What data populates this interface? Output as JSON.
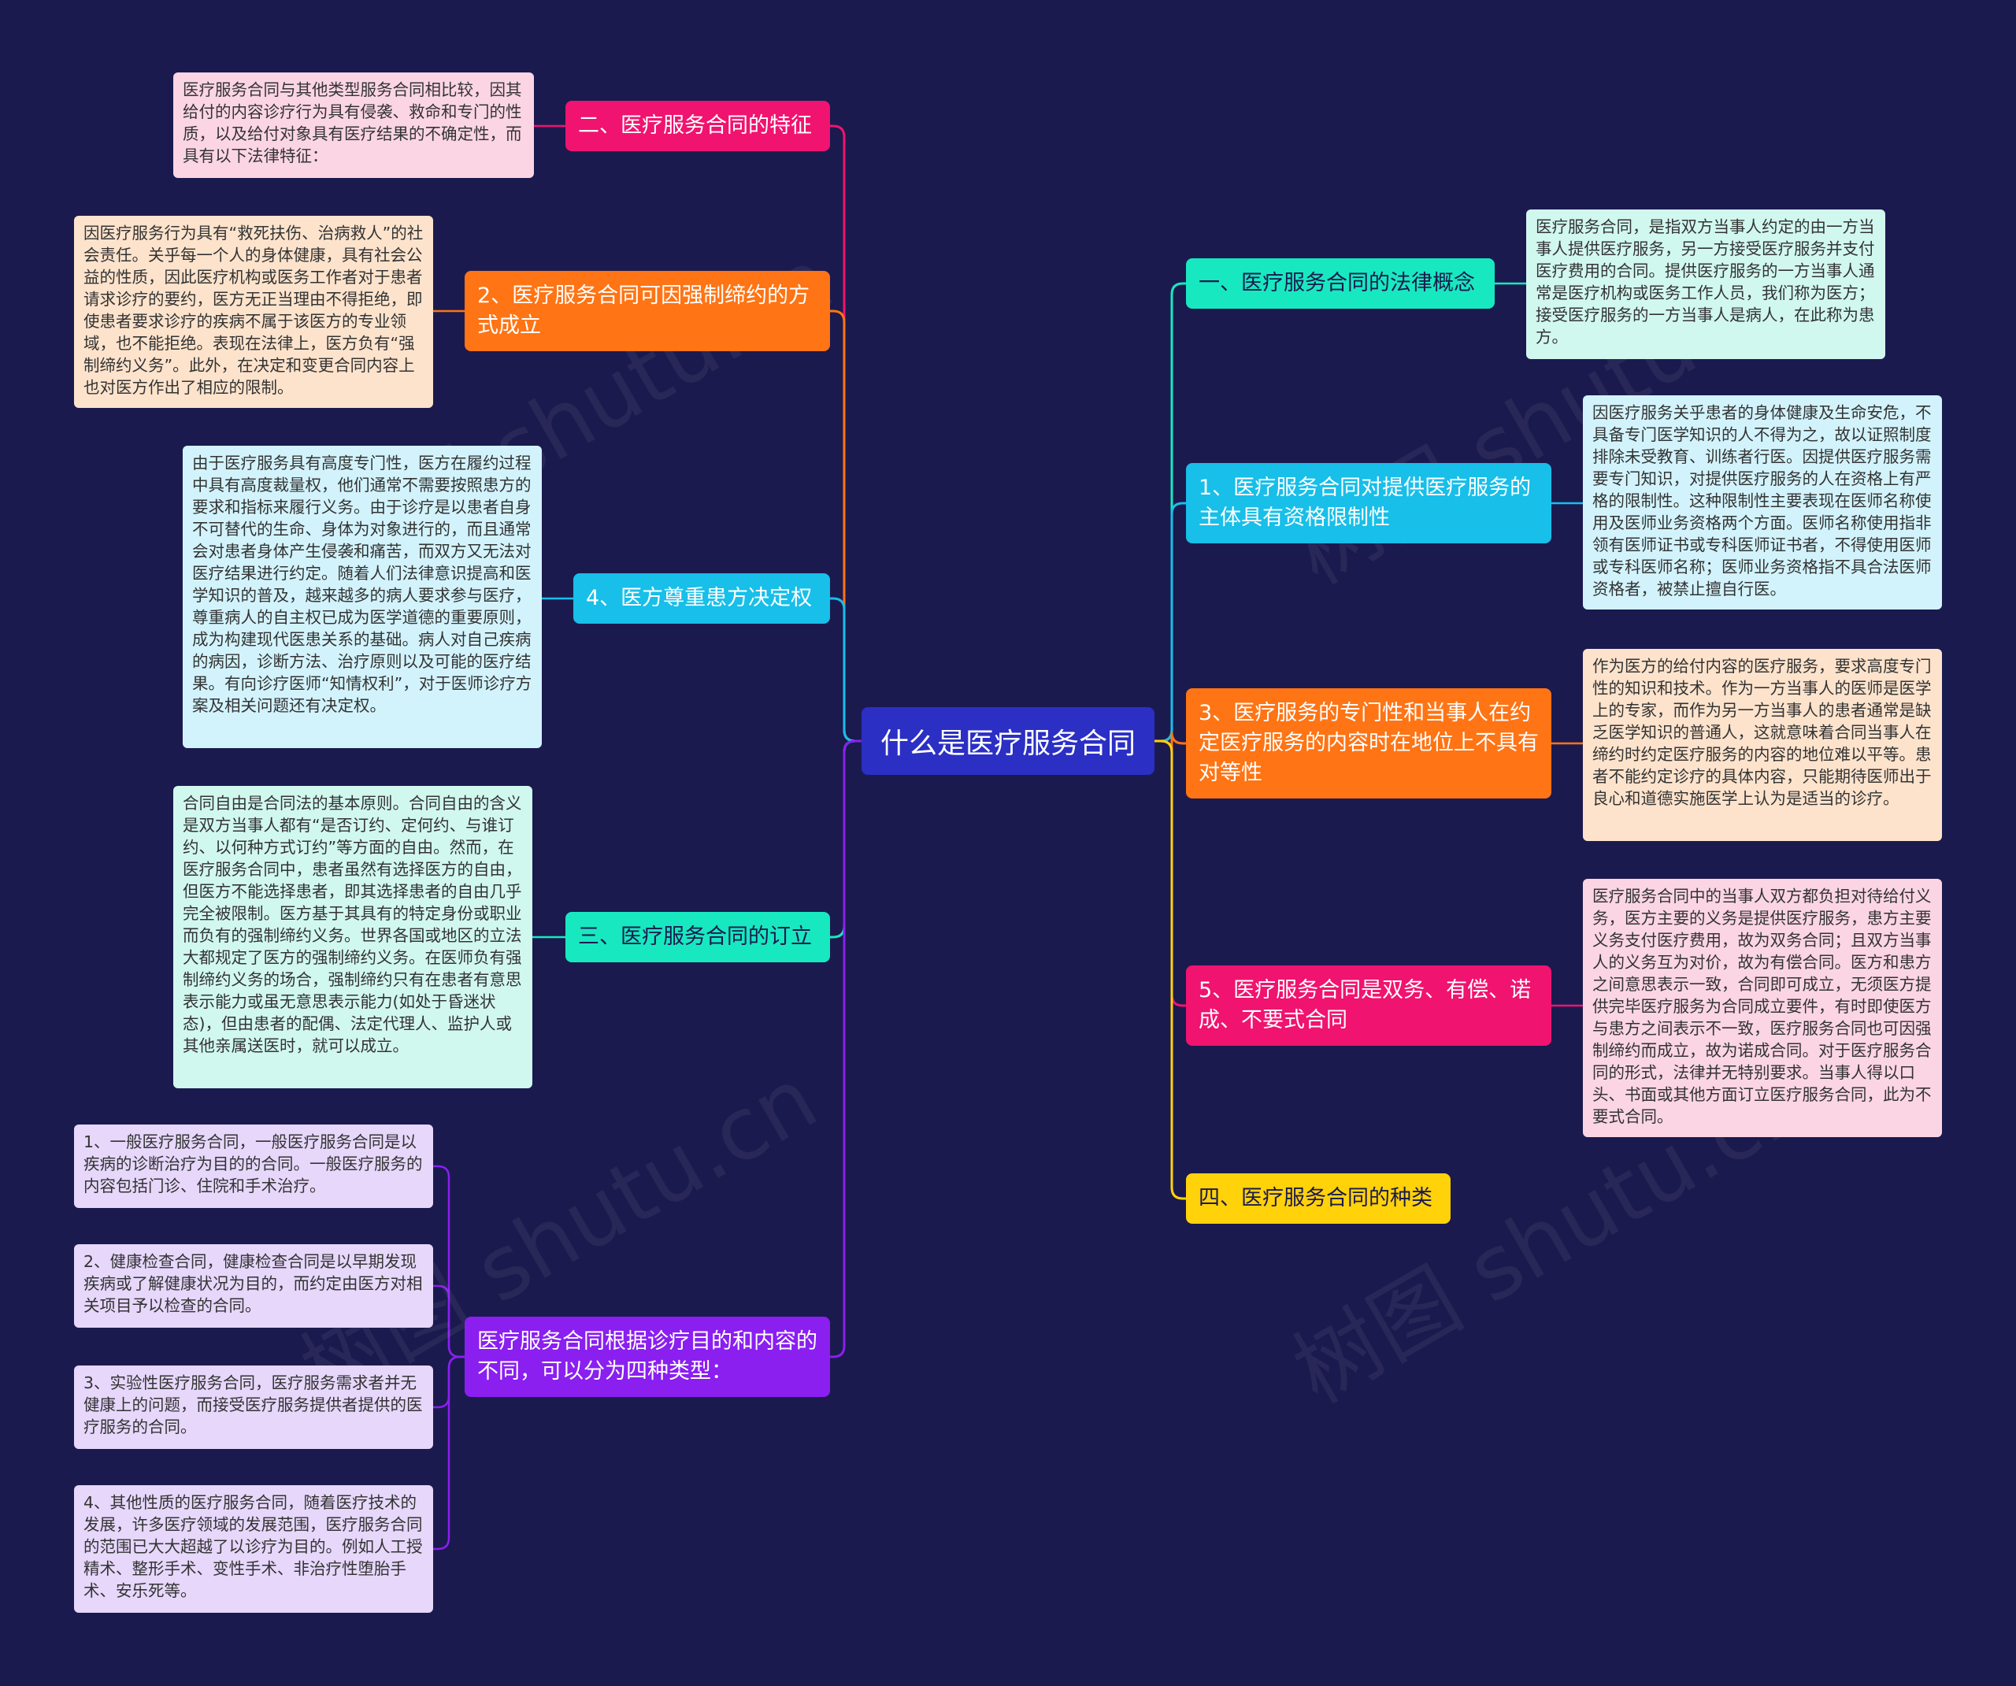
{
  "colors": {
    "background": "#1b1a4e",
    "root": "#2b2fc4",
    "pink": "#f0136f",
    "orange": "#ff7414",
    "cyan": "#17bfe9",
    "teal": "#18e8c0",
    "purple": "#8a1ff0",
    "yellow": "#ffd20a"
  },
  "watermark": "树图 shutu.cn",
  "root": {
    "label": "什么是医疗服务合同"
  },
  "left": [
    {
      "label": "二、医疗服务合同的特征",
      "color": "#f0136f",
      "text_color": "#ffffff",
      "leaf_bg": "#fbd5e4",
      "leaves": [
        "医疗服务合同与其他类型服务合同相比较，因其给付的内容诊疗行为具有侵袭、救命和专门的性质，以及给付对象具有医疗结果的不确定性，而具有以下法律特征："
      ]
    },
    {
      "label": "2、医疗服务合同可因强制缔约的方式成立",
      "color": "#ff7414",
      "text_color": "#ffffff",
      "leaf_bg": "#fde3cc",
      "leaves": [
        "因医疗服务行为具有“救死扶伤、治病救人”的社会责任。关乎每一个人的身体健康，具有社会公益的性质，因此医疗机构或医务工作者对于患者请求诊疗的要约，医方无正当理由不得拒绝，即使患者要求诊疗的疾病不属于该医方的专业领域，也不能拒绝。表现在法律上，医方负有“强制缔约义务”。此外，在决定和变更合同内容上也对医方作出了相应的限制。"
      ]
    },
    {
      "label": "4、医方尊重患方决定权",
      "color": "#17bfe9",
      "text_color": "#ffffff",
      "leaf_bg": "#d2f3fc",
      "leaves": [
        "由于医疗服务具有高度专门性，医方在履约过程中具有高度裁量权，他们通常不需要按照患方的要求和指标来履行义务。由于诊疗是以患者自身不可替代的生命、身体为对象进行的，而且通常会对患者身体产生侵袭和痛苦，而双方又无法对医疗结果进行约定。随着人们法律意识提高和医学知识的普及，越来越多的病人要求参与医疗，尊重病人的自主权已成为医学道德的重要原则，成为构建现代医患关系的基础。病人对自己疾病的病因，诊断方法、治疗原则以及可能的医疗结果。有向诊疗医师“知情权利”，对于医师诊疗方案及相关问题还有决定权。"
      ]
    },
    {
      "label": "三、医疗服务合同的订立",
      "color": "#18e8c0",
      "text_color": "#1b1a4e",
      "leaf_bg": "#d1f8ef",
      "leaves": [
        "合同自由是合同法的基本原则。合同自由的含义是双方当事人都有“是否订约、定何约、与谁订约、以何种方式订约”等方面的自由。然而，在医疗服务合同中，患者虽然有选择医方的自由，但医方不能选择患者，即其选择患者的自由几乎完全被限制。医方基于其具有的特定身份或职业而负有的强制缔约义务。世界各国或地区的立法大都规定了医方的强制缔约义务。在医师负有强制缔约义务的场合，强制缔约只有在患者有意思表示能力或虽无意思表示能力(如处于昏迷状态)，但由患者的配偶、法定代理人、监护人或其他亲属送医时，就可以成立。"
      ]
    },
    {
      "label": "医疗服务合同根据诊疗目的和内容的不同，可以分为四种类型：",
      "color": "#8a1ff0",
      "text_color": "#ffffff",
      "leaf_bg": "#e6d7fb",
      "leaves": [
        "1、一般医疗服务合同，一般医疗服务合同是以疾病的诊断治疗为目的的合同。一般医疗服务的内容包括门诊、住院和手术治疗。",
        "2、健康检查合同，健康检查合同是以早期发现疾病或了解健康状况为目的，而约定由医方对相关项目予以检查的合同。",
        "3、实验性医疗服务合同，医疗服务需求者并无健康上的问题，而接受医疗服务提供者提供的医疗服务的合同。",
        "4、其他性质的医疗服务合同，随着医疗技术的发展，许多医疗领域的发展范围，医疗服务合同的范围已大大超越了以诊疗为目的。例如人工授精术、整形手术、变性手术、非治疗性堕胎手术、安乐死等。"
      ]
    }
  ],
  "right": [
    {
      "label": "一、医疗服务合同的法律概念",
      "color": "#18e8c0",
      "text_color": "#1b1a4e",
      "leaf_bg": "#d1f8ef",
      "leaves": [
        "医疗服务合同，是指双方当事人约定的由一方当事人提供医疗服务，另一方接受医疗服务并支付医疗费用的合同。提供医疗服务的一方当事人通常是医疗机构或医务工作人员，我们称为医方；接受医疗服务的一方当事人是病人，在此称为患方。"
      ]
    },
    {
      "label": "1、医疗服务合同对提供医疗服务的主体具有资格限制性",
      "color": "#17bfe9",
      "text_color": "#ffffff",
      "leaf_bg": "#d2f3fc",
      "leaves": [
        "因医疗服务关乎患者的身体健康及生命安危，不具备专门医学知识的人不得为之，故以证照制度排除未受教育、训练者行医。因提供医疗服务需要专门知识，对提供医疗服务的人在资格上有严格的限制性。这种限制性主要表现在医师名称使用及医师业务资格两个方面。医师名称使用指非领有医师证书或专科医师证书者，不得使用医师或专科医师名称；医师业务资格指不具合法医师资格者，被禁止擅自行医。"
      ]
    },
    {
      "label": "3、医疗服务的专门性和当事人在约定医疗服务的内容时在地位上不具有对等性",
      "color": "#ff7414",
      "text_color": "#ffffff",
      "leaf_bg": "#fde3cc",
      "leaves": [
        "作为医方的给付内容的医疗服务，要求高度专门性的知识和技术。作为一方当事人的医师是医学上的专家，而作为另一方当事人的患者通常是缺乏医学知识的普通人，这就意味着合同当事人在缔约时约定医疗服务的内容的地位难以平等。患者不能约定诊疗的具体内容，只能期待医师出于良心和道德实施医学上认为是适当的诊疗。"
      ]
    },
    {
      "label": "5、医疗服务合同是双务、有偿、诺成、不要式合同",
      "color": "#f0136f",
      "text_color": "#ffffff",
      "leaf_bg": "#fbd5e4",
      "leaves": [
        "医疗服务合同中的当事人双方都负担对待给付义务，医方主要的义务是提供医疗服务，患方主要义务支付医疗费用，故为双务合同；且双方当事人的义务互为对价，故为有偿合同。医方和患方之间意思表示一致，合同即可成立，无须医方提供完毕医疗服务为合同成立要件，有时即使医方与患方之间表示不一致，医疗服务合同也可因强制缔约而成立，故为诺成合同。对于医疗服务合同的形式，法律并无特别要求。当事人得以口头、书面或其他方面订立医疗服务合同，此为不要式合同。"
      ]
    },
    {
      "label": "四、医疗服务合同的种类",
      "color": "#ffd20a",
      "text_color": "#1b1a4e",
      "leaf_bg": "#fff3c4",
      "leaves": []
    }
  ]
}
